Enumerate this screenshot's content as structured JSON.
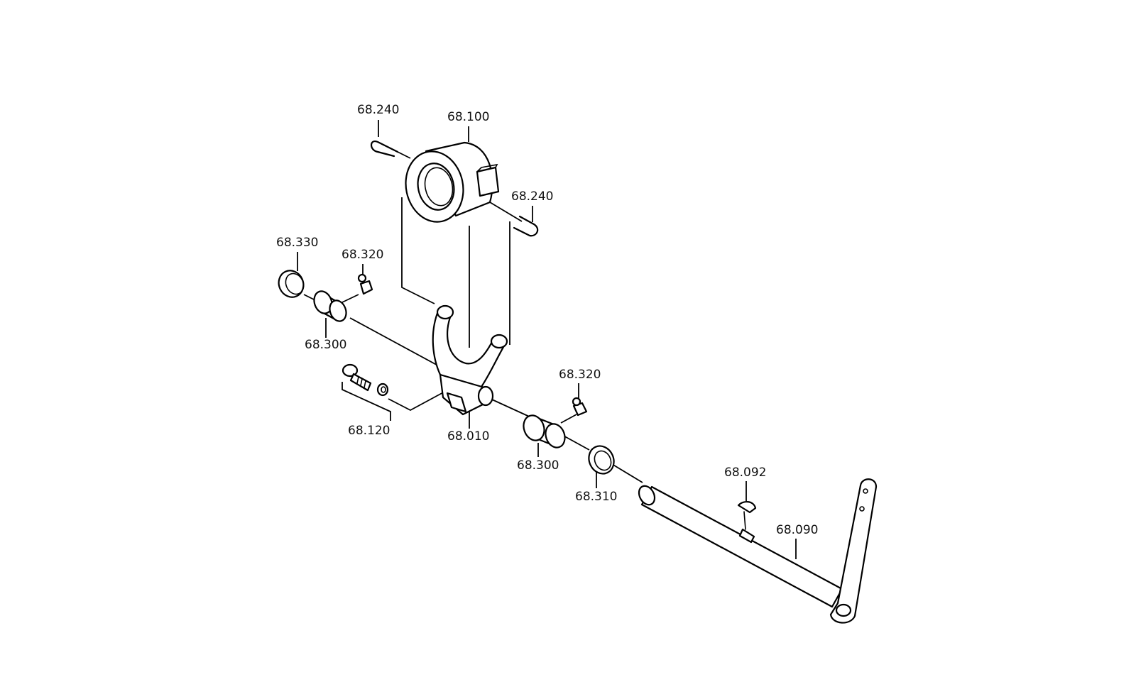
{
  "callouts": {
    "c_68_240_top": "68.240",
    "c_68_100": "68.100",
    "c_68_240_right": "68.240",
    "c_68_330": "68.330",
    "c_68_320_left": "68.320",
    "c_68_300_left": "68.300",
    "c_68_120": "68.120",
    "c_68_010": "68.010",
    "c_68_320_right": "68.320",
    "c_68_300_right": "68.300",
    "c_68_310": "68.310",
    "c_68_092": "68.092",
    "c_68_090": "68.090"
  },
  "colors": {
    "line": "#000000",
    "background": "#ffffff",
    "text": "#111111"
  }
}
